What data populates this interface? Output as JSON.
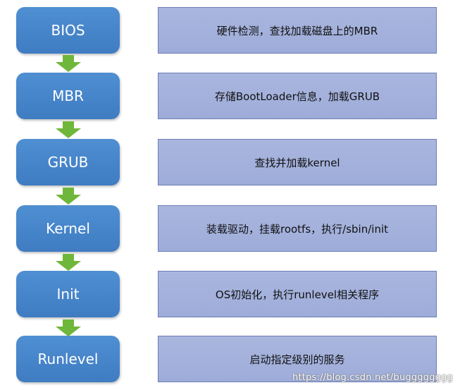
{
  "stages": [
    {
      "label": "BIOS",
      "description": "硬件检测，查找加载磁盘上的MBR"
    },
    {
      "label": "MBR",
      "description": "存储BootLoader信息，加载GRUB"
    },
    {
      "label": "GRUB",
      "description": "查找并加载kernel"
    },
    {
      "label": "Kernel",
      "description": "装载驱动，挂载rootfs，执行/sbin/init"
    },
    {
      "label": "Init",
      "description": "OS初始化，执行runlevel相关程序"
    },
    {
      "label": "Runlevel",
      "description": "启动指定级别的服务"
    }
  ],
  "watermark": "https://blog.csdn.net/bugggggggg",
  "colors": {
    "stage_box": "#4a89cf",
    "description_box": "#a3b0dc",
    "arrow": "#6fb73a"
  }
}
